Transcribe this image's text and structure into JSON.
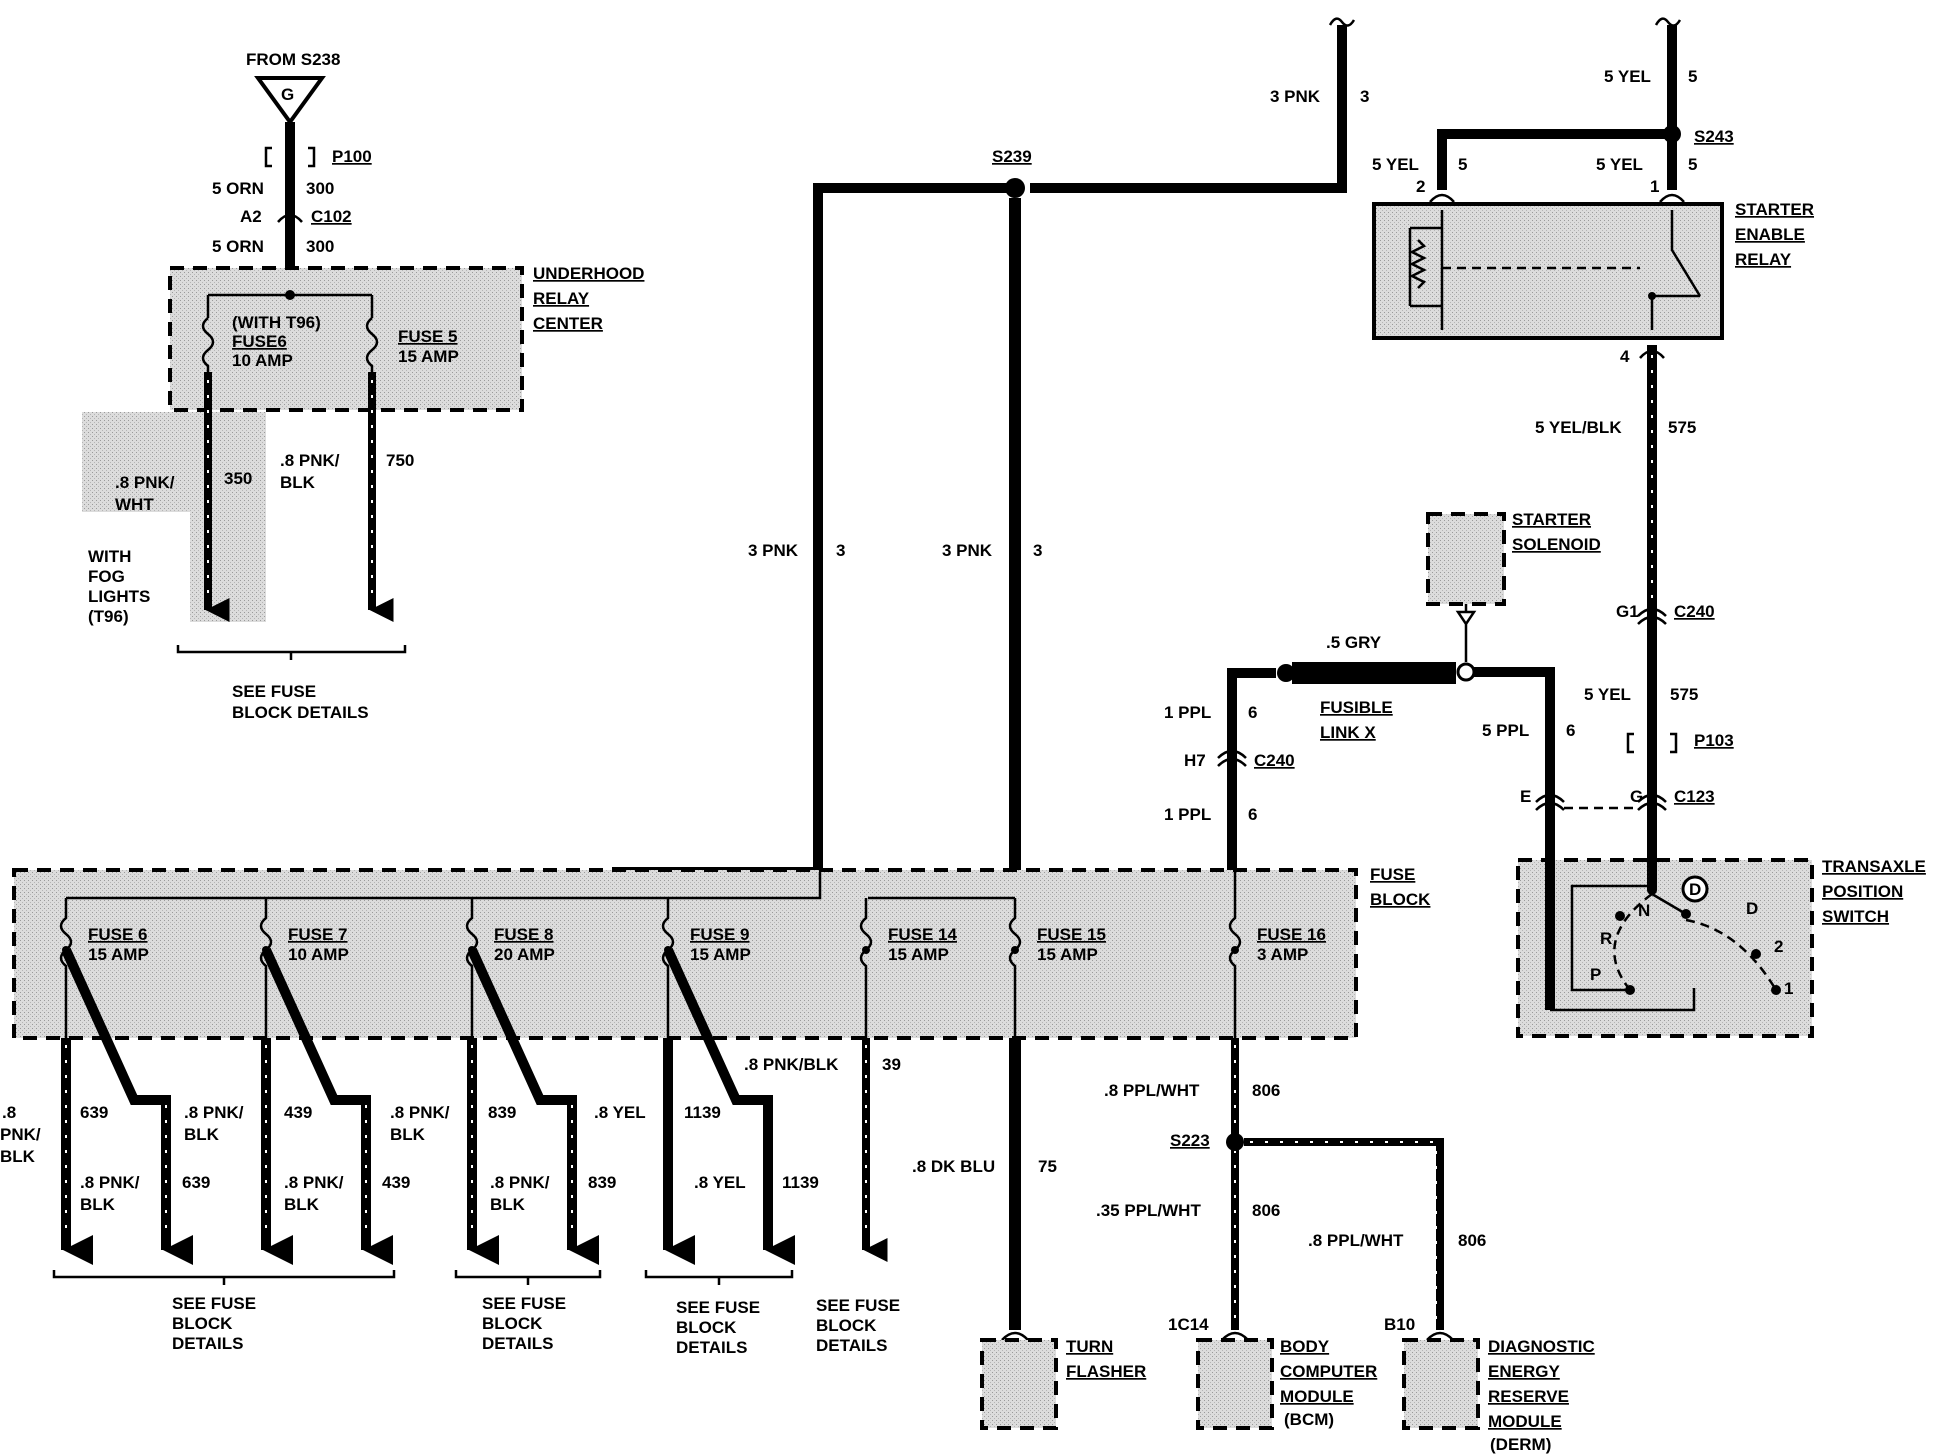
{
  "title": "",
  "colors": {
    "wire": "#000000",
    "component_fill": "#d9d9d9",
    "background": "#ffffff"
  },
  "sources": {
    "ground_from": "FROM S238",
    "ground_symbol": "G",
    "p100": "P100",
    "c102": "C102",
    "c102_pin": "A2",
    "wire_top_a": "5 ORN",
    "wire_top_a_circ": "300",
    "wire_top_b": "5 ORN",
    "wire_top_b_circ": "300",
    "top_wire_1": "3 PNK",
    "top_wire_1_circ": "3",
    "top_wire_2": "5 YEL",
    "top_wire_2_circ": "5"
  },
  "underhood": {
    "title_1": "UNDERHOOD",
    "title_2": "RELAY",
    "title_3": "CENTER",
    "fuse6_note": "(WITH T96)",
    "fuse6_name": "FUSE6",
    "fuse6_amp": "10 AMP",
    "fuse5_name": "FUSE 5",
    "fuse5_amp": "15 AMP",
    "w350_a": ".8 PNK/",
    "w350_b": "WHT",
    "w350_circ": "350",
    "w750_a": ".8 PNK/",
    "w750_b": "BLK",
    "w750_circ": "750",
    "fog_1": "WITH",
    "fog_2": "FOG",
    "fog_3": "LIGHTS",
    "fog_4": "(T96)",
    "see_1": "SEE FUSE",
    "see_2": "BLOCK DETAILS"
  },
  "splices": {
    "s239": "S239",
    "s243": "S243",
    "s223": "S223"
  },
  "mid_wires": {
    "a_gauge": "3 PNK",
    "a_circ": "3",
    "b_gauge": "3 PNK",
    "b_circ": "3"
  },
  "relay": {
    "title_1": "STARTER",
    "title_2": "ENABLE",
    "title_3": "RELAY",
    "pin2": "2",
    "pin1": "1",
    "pin4": "4",
    "w_left": "5 YEL",
    "w_left_circ": "5",
    "w_right": "5 YEL",
    "w_right_circ": "5",
    "w_out": "5 YEL/BLK",
    "w_out_circ": "575"
  },
  "solenoid": {
    "title_1": "STARTER",
    "title_2": "SOLENOID",
    "fusible_gauge": ".5 GRY",
    "fusible_1": "FUSIBLE",
    "fusible_2": "LINK X",
    "w_ppl1": "1 PPL",
    "w_ppl1_circ": "6",
    "w_ppl2": "1 PPL",
    "w_ppl2_circ": "6",
    "w_ppl5": "5 PPL",
    "w_ppl5_circ": "6",
    "h7": "H7",
    "c240": "C240"
  },
  "right_chain": {
    "g1": "G1",
    "c240": "C240",
    "w_yel": "5 YEL",
    "w_yel_circ": "575",
    "p103": "P103",
    "e": "E",
    "g": "G",
    "c123": "C123"
  },
  "transaxle": {
    "title_1": "TRANSAXLE",
    "title_2": "POSITION",
    "title_3": "SWITCH",
    "pos_n": "N",
    "pos_r": "R",
    "pos_p": "P",
    "pos_d": "D",
    "pos_2": "2",
    "pos_1": "1",
    "pos_od": "D"
  },
  "fuse_block": {
    "title_1": "FUSE",
    "title_2": "BLOCK",
    "fuses": [
      {
        "name": "FUSE 6",
        "amp": "15 AMP"
      },
      {
        "name": "FUSE 7",
        "amp": "10 AMP"
      },
      {
        "name": "FUSE 8",
        "amp": "20 AMP"
      },
      {
        "name": "FUSE 9",
        "amp": "15 AMP"
      },
      {
        "name": "FUSE 14",
        "amp": "15 AMP"
      },
      {
        "name": "FUSE 15",
        "amp": "15 AMP"
      },
      {
        "name": "FUSE 16",
        "amp": "3 AMP"
      }
    ]
  },
  "bottom": {
    "f6_a1": ".8",
    "f6_a2": "PNK/",
    "f6_a3": "BLK",
    "f6_a_circ": "639",
    "f6_b1": ".8 PNK/",
    "f6_b2": "BLK",
    "f6_b_circ": "639",
    "f6_c1": ".8 PNK/",
    "f6_c2": "BLK",
    "f7_a_circ": "439",
    "f7_b1": ".8 PNK/",
    "f7_b2": "BLK",
    "f7_b_circ": "439",
    "f8_a1": ".8 PNK/",
    "f8_a2": "BLK",
    "f8_a_circ": "839",
    "f8_b1": ".8 PNK/",
    "f8_b2": "BLK",
    "f8_b_circ": "839",
    "f9_a": ".8 YEL",
    "f9_a_circ": "1139",
    "f9_b": ".8 YEL",
    "f9_b_circ": "1139",
    "f14": ".8 PNK/BLK",
    "f14_circ": "39",
    "f15": ".8 DK BLU",
    "f15_circ": "75",
    "f16": ".8 PPL/WHT",
    "f16_circ": "806",
    "bcm_w": ".35 PPL/WHT",
    "bcm_circ": "806",
    "derm_w": ".8 PPL/WHT",
    "derm_circ": "806",
    "see1_1": "SEE FUSE",
    "see1_2": "BLOCK",
    "see1_3": "DETAILS",
    "see2_1": "SEE FUSE",
    "see2_2": "BLOCK",
    "see2_3": "DETAILS",
    "see3_1": "SEE FUSE",
    "see3_2": "BLOCK",
    "see3_3": "DETAILS",
    "see4_1": "SEE FUSE",
    "see4_2": "BLOCK",
    "see4_3": "DETAILS"
  },
  "loads": {
    "turn_1": "TURN",
    "turn_2": "FLASHER",
    "bcm_pin": "1C14",
    "bcm_1": "BODY",
    "bcm_2": "COMPUTER",
    "bcm_3": "MODULE",
    "bcm_4": "(BCM)",
    "derm_pin": "B10",
    "derm_1": "DIAGNOSTIC",
    "derm_2": "ENERGY",
    "derm_3": "RESERVE",
    "derm_4": "MODULE",
    "derm_5": "(DERM)"
  }
}
